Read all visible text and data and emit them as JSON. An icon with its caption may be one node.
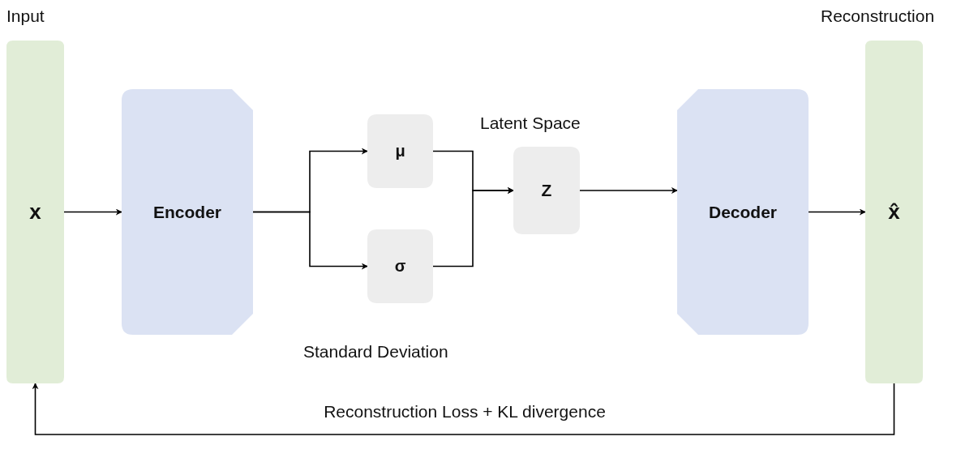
{
  "diagram": {
    "nodes": [
      {
        "text": [
          "x"
        ],
        "beside": [
          "Input"
        ]
      },
      {
        "text": [
          "Encoder"
        ]
      },
      {
        "text": [
          "μ"
        ]
      },
      {
        "text": [
          "σ"
        ],
        "beside": [
          "Standard Deviation"
        ]
      },
      {
        "text": [
          "Z"
        ],
        "beside": [
          "Latent Space"
        ]
      },
      {
        "text": [
          "Decoder"
        ]
      },
      {
        "text": [
          "x̂"
        ],
        "beside": [
          "Reconstruction"
        ]
      }
    ],
    "edges": [
      {
        "from": 0,
        "to": 1,
        "arrow": "to"
      },
      {
        "from": 1,
        "to": 2,
        "arrow": "to"
      },
      {
        "from": 1,
        "to": 3,
        "arrow": "to"
      },
      {
        "from": 2,
        "to": 4,
        "arrow": "to"
      },
      {
        "from": 3,
        "to": 4,
        "arrow": "to"
      },
      {
        "from": 4,
        "to": 5,
        "arrow": "to"
      },
      {
        "from": 5,
        "to": 6,
        "arrow": "to"
      },
      {
        "from": 6,
        "to": 0,
        "arrow": "to",
        "label": "Reconstruction Loss + KL divergence"
      }
    ]
  }
}
